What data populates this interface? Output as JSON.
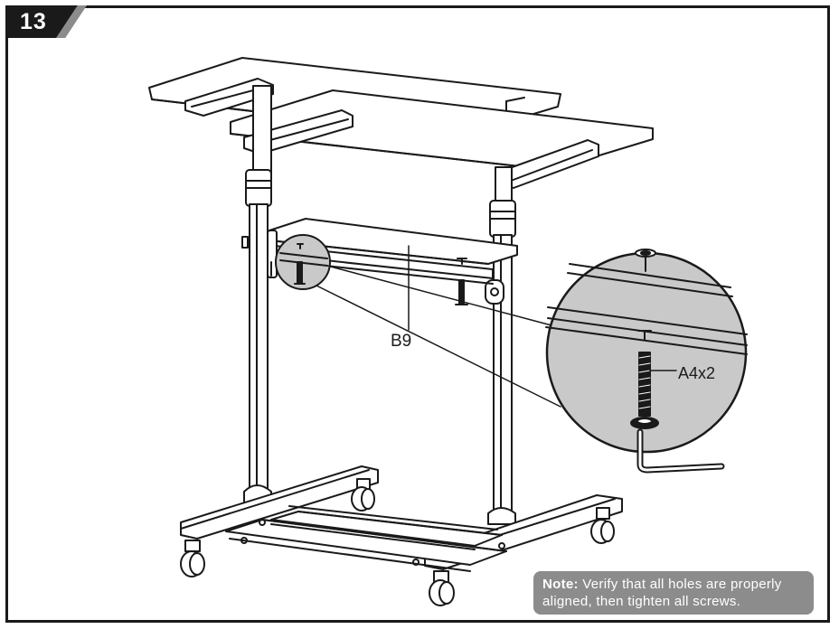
{
  "step": {
    "number": "13"
  },
  "labels": {
    "part_board": "B9",
    "hardware": "A4x2"
  },
  "note": {
    "prefix": "Note:",
    "line1": " Verify that all holes are properly",
    "line2": "aligned, then tighten all screws."
  },
  "colors": {
    "ink": "#1a1a1a",
    "accent_gray": "#8c8c8c",
    "detail_fill": "#c9c9c9"
  },
  "icons": {
    "hardware_tool": "hex-key-icon",
    "fastener": "screw-icon"
  }
}
